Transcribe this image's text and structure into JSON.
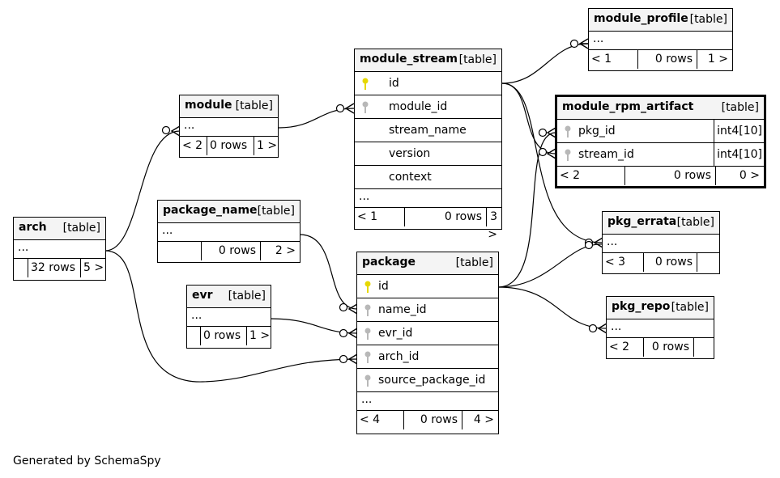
{
  "footer": "Generated by SchemaSpy",
  "type_label": "[table]",
  "tables": {
    "module_profile": {
      "name": "module_profile",
      "ellipsis": "...",
      "prev": "< 1",
      "rows": "0 rows",
      "next": "1 >"
    },
    "module_stream": {
      "name": "module_stream",
      "columns": [
        "id",
        "module_id",
        "stream_name",
        "version",
        "context"
      ],
      "ellipsis": "...",
      "prev": "< 1",
      "rows": "0 rows",
      "next": "3 >"
    },
    "module_rpm_artifact": {
      "name": "module_rpm_artifact",
      "columns": [
        {
          "name": "pkg_id",
          "type": "int4[10]"
        },
        {
          "name": "stream_id",
          "type": "int4[10]"
        }
      ],
      "prev": "< 2",
      "rows": "0 rows",
      "next": "0 >"
    },
    "module": {
      "name": "module",
      "ellipsis": "...",
      "prev": "< 2",
      "rows": "0 rows",
      "next": "1 >"
    },
    "package_name": {
      "name": "package_name",
      "ellipsis": "...",
      "prev": "",
      "rows": "0 rows",
      "next": "2 >"
    },
    "arch": {
      "name": "arch",
      "ellipsis": "...",
      "prev": "",
      "rows": "32 rows",
      "next": "5 >"
    },
    "evr": {
      "name": "evr",
      "ellipsis": "...",
      "prev": "",
      "rows": "0 rows",
      "next": "1 >"
    },
    "package": {
      "name": "package",
      "columns": [
        "id",
        "name_id",
        "evr_id",
        "arch_id",
        "source_package_id"
      ],
      "ellipsis": "...",
      "prev": "< 4",
      "rows": "0 rows",
      "next": "4 >"
    },
    "pkg_errata": {
      "name": "pkg_errata",
      "ellipsis": "...",
      "prev": "< 3",
      "rows": "0 rows",
      "next": ""
    },
    "pkg_repo": {
      "name": "pkg_repo",
      "ellipsis": "...",
      "prev": "< 2",
      "rows": "0 rows",
      "next": ""
    }
  },
  "colors": {
    "primary_key": "#e6d800",
    "foreign_key": "#b8b8b8",
    "header_bg": "#f4f4f4"
  }
}
